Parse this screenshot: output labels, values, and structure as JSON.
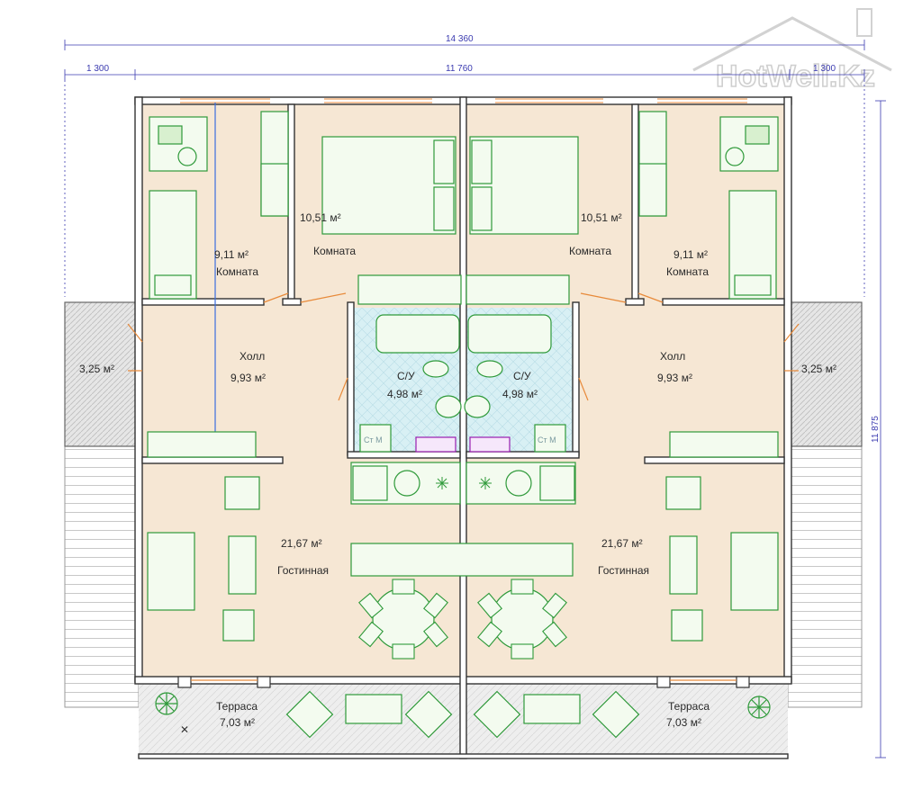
{
  "watermark": {
    "text": "HotWell.Kz"
  },
  "dimensions": {
    "total_width": "14 360",
    "left_balcony": "1 300",
    "inner_width": "11 760",
    "right_balcony": "1 300",
    "total_height": "11 875"
  },
  "colors": {
    "floor": "#f6e7d4",
    "bathroom": "#d8f0f4",
    "furniture_stroke": "#2f9a3a",
    "furniture_fill": "#f3fbef",
    "wall": "#3a3a3a",
    "dimension": "#3b3bb0",
    "door": "#e88a3a"
  },
  "rooms": {
    "left_small_room": {
      "area": "9,11 м²",
      "name": "Комната"
    },
    "left_bedroom": {
      "area": "10,51 м²",
      "name": "Комната"
    },
    "right_bedroom": {
      "area": "10,51 м²",
      "name": "Комната"
    },
    "right_small_room": {
      "area": "9,11 м²",
      "name": "Комната"
    },
    "left_hall": {
      "name": "Холл",
      "area": "9,93 м²"
    },
    "right_hall": {
      "name": "Холл",
      "area": "9,93 м²"
    },
    "left_bathroom": {
      "name": "С/У",
      "area": "4,98 м²"
    },
    "right_bathroom": {
      "name": "С/У",
      "area": "4,98 м²"
    },
    "left_balcony": {
      "area": "3,25 м²"
    },
    "right_balcony": {
      "area": "3,25 м²"
    },
    "left_living": {
      "area": "21,67 м²",
      "name": "Гостинная"
    },
    "right_living": {
      "area": "21,67 м²",
      "name": "Гостинная"
    },
    "left_terrace": {
      "name": "Терраса",
      "area": "7,03 м²"
    },
    "right_terrace": {
      "name": "Терраса",
      "area": "7,03 м²"
    }
  },
  "appliances": {
    "left_washer": "Ст М",
    "right_washer": "Ст М"
  }
}
